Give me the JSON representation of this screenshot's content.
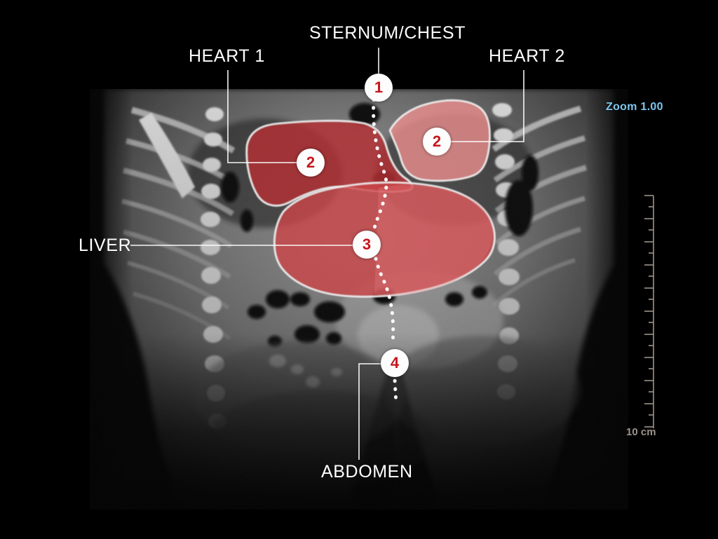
{
  "viewer": {
    "background_color": "#000000",
    "modality_view": "coronal CT"
  },
  "hud": {
    "zoom_label": "Zoom 1.00",
    "zoom_color": "#7fc7ef",
    "scale_caption": "10 cm",
    "scale_color": "#9b9489"
  },
  "labels": {
    "heart1": "HEART 1",
    "sternum": "STERNUM/CHEST",
    "heart2": "HEART 2",
    "liver": "LIVER",
    "abdomen": "ABDOMEN",
    "text_color": "#ffffff"
  },
  "markers": {
    "m1": "1",
    "m2a": "2",
    "m2b": "2",
    "m3": "3",
    "m4": "4",
    "badge_fill": "#fdfdfd",
    "numeral_color": "#c7161d"
  },
  "segmentations": [
    {
      "name": "heart-1-region",
      "label": "HEART 1",
      "marker": "2",
      "fill_color": "#b33033",
      "outline_color": "#f2f2f2",
      "opacity": 0.82
    },
    {
      "name": "heart-2-region",
      "label": "HEART 2",
      "marker": "2",
      "fill_color": "#f09090",
      "outline_color": "#f2f2f2",
      "opacity": 0.78
    },
    {
      "name": "liver-region",
      "label": "LIVER",
      "marker": "3",
      "fill_color": "#cc4448",
      "outline_color": "#f2f2f2",
      "opacity": 0.8
    }
  ],
  "midline": {
    "name": "dotted-midline",
    "style": "dotted",
    "color": "#ffffff"
  }
}
